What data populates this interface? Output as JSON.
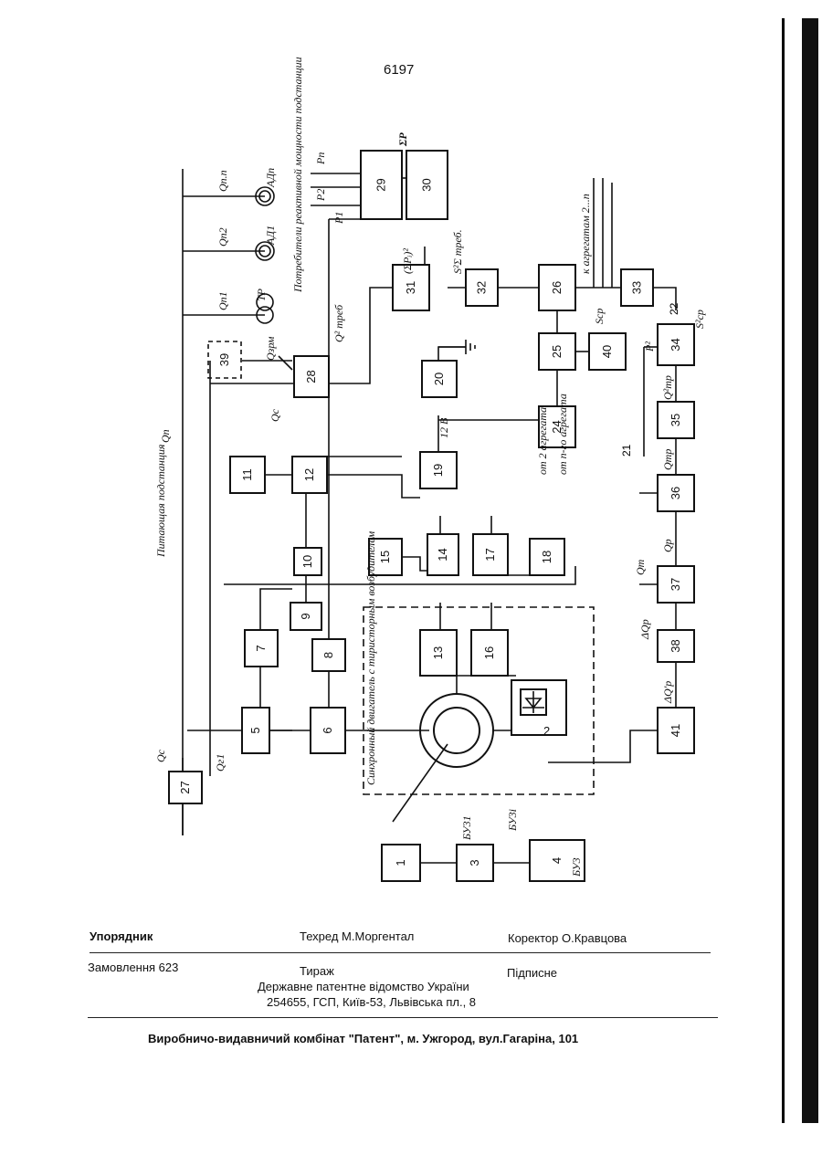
{
  "page_number": "6197",
  "diagram": {
    "title": "Питающая подстанция",
    "consumers_label": "Потребители реактивной мощности подстанции",
    "motor_label": "Синхронный двигатель с тиристорным возбудителем",
    "blocks": [
      "1",
      "2",
      "3",
      "4",
      "5",
      "6",
      "7",
      "8",
      "9",
      "10",
      "11",
      "12",
      "13",
      "14",
      "15",
      "16",
      "17",
      "18",
      "19",
      "20",
      "21",
      "22",
      "24",
      "25",
      "26",
      "27",
      "28",
      "29",
      "30",
      "31",
      "32",
      "33",
      "34",
      "35",
      "36",
      "37",
      "38",
      "39",
      "40",
      "41"
    ],
    "signals": {
      "sum_p": "ΣP",
      "p_sq": "(ΣPᵢ)²",
      "s_req": "S²Σ треб.",
      "qc": "Qc",
      "qc2": "Qc",
      "qg1": "Qг1",
      "qn": "Qп",
      "q_zrm": "Qзрм",
      "q_req": "Q² треб",
      "qp": "Qp",
      "qt": "Qт",
      "dqp": "ΔQp",
      "dqp1": "ΔQ'p",
      "qtp": "Qтр",
      "q2tp": "Q²тр",
      "scp": "Scp",
      "s2cp": "S²ср",
      "p2": "P²",
      "v12": "12 В",
      "to_units": "к агрегатам 2...n",
      "from_unit2": "от 2 агрегата",
      "from_unitn": "от n-го агрегата",
      "qn1": "Qп1",
      "qn2": "Qп2",
      "qnn": "Qп.п",
      "ad1": "АД1",
      "adn": "АДп",
      "tr": "ТР",
      "p1": "P1",
      "p2i": "P2",
      "pn": "Pп",
      "bu31": "БУ31",
      "bu3": "БУ3",
      "bu3i": "БУ3i"
    }
  },
  "footer": {
    "compiler": "Упорядник",
    "techred": "Техред М.Моргентал",
    "corrector": "Коректор О.Кравцова",
    "order": "Замовлення  623",
    "edition": "Тираж",
    "signed": "Підписне",
    "office": "Державне патентне відомство України",
    "address": "254655, ГСП, Київ-53, Львівська пл., 8",
    "plant": "Виробничо-видавничий комбінат \"Патент\", м. Ужгород, вул.Гагаріна, 101"
  }
}
